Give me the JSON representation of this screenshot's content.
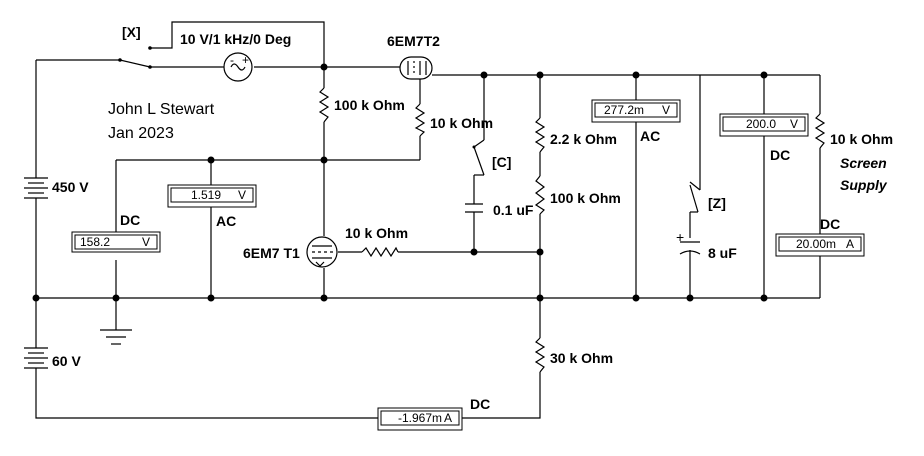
{
  "author": {
    "name": "John L Stewart",
    "date": "Jan 2023"
  },
  "switches": {
    "x": "[X]",
    "c": "[C]",
    "z": "[Z]"
  },
  "source": {
    "label": "10 V/1 kHz/0 Deg"
  },
  "tubes": {
    "t1": "6EM7 T1",
    "t2": "6EM7T2"
  },
  "batteries": {
    "b450": "450 V",
    "b60": "60 V"
  },
  "resistors": {
    "r1": "100 k Ohm",
    "r2": "10 k Ohm",
    "r3": "10 k Ohm",
    "r4": "2.2 k Ohm",
    "r5": "100 k Ohm",
    "r6": "30 k Ohm",
    "r7": "10 k Ohm"
  },
  "capacitors": {
    "c1": "0.1 uF",
    "c2": "8 uF"
  },
  "meters": {
    "m1": {
      "value": "158.2",
      "unit": "V",
      "mode": "DC"
    },
    "m2": {
      "value": "1.519",
      "unit": "V",
      "mode": "AC"
    },
    "m3": {
      "value": "277.2m",
      "unit": "V",
      "mode": "AC"
    },
    "m4": {
      "value": "200.0",
      "unit": "V",
      "mode": "DC"
    },
    "m5": {
      "value": "20.00m",
      "unit": "A",
      "mode": "DC"
    },
    "m6": {
      "value": "-1.967m",
      "unit": "A",
      "mode": "DC"
    }
  },
  "screen_supply": {
    "line1": "Screen",
    "line2": "Supply"
  }
}
